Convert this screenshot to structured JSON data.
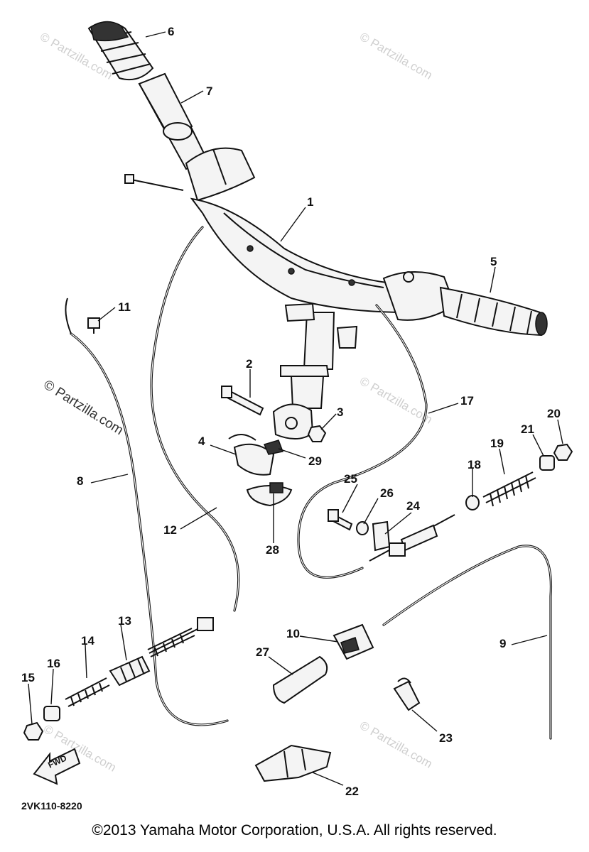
{
  "diagram_code": "2VK110-8220",
  "copyright": "©2013 Yamaha Motor Corporation, U.S.A. All rights reserved.",
  "watermark": "© Partzilla.com",
  "fwd_arrow_label": "FWD",
  "callouts": [
    {
      "id": "c1",
      "text": "1"
    },
    {
      "id": "c2",
      "text": "2"
    },
    {
      "id": "c3",
      "text": "3"
    },
    {
      "id": "c4",
      "text": "4"
    },
    {
      "id": "c5",
      "text": "5"
    },
    {
      "id": "c6",
      "text": "6"
    },
    {
      "id": "c7",
      "text": "7"
    },
    {
      "id": "c8",
      "text": "8"
    },
    {
      "id": "c9",
      "text": "9"
    },
    {
      "id": "c10",
      "text": "10"
    },
    {
      "id": "c11",
      "text": "11"
    },
    {
      "id": "c12",
      "text": "12"
    },
    {
      "id": "c13",
      "text": "13"
    },
    {
      "id": "c14",
      "text": "14"
    },
    {
      "id": "c15",
      "text": "15"
    },
    {
      "id": "c16",
      "text": "16"
    },
    {
      "id": "c17",
      "text": "17"
    },
    {
      "id": "c18",
      "text": "18"
    },
    {
      "id": "c19",
      "text": "19"
    },
    {
      "id": "c20",
      "text": "20"
    },
    {
      "id": "c21",
      "text": "21"
    },
    {
      "id": "c22",
      "text": "22"
    },
    {
      "id": "c23",
      "text": "23"
    },
    {
      "id": "c24",
      "text": "24"
    },
    {
      "id": "c25",
      "text": "25"
    },
    {
      "id": "c26",
      "text": "26"
    },
    {
      "id": "c27",
      "text": "27"
    },
    {
      "id": "c28",
      "text": "28"
    },
    {
      "id": "c29",
      "text": "29"
    }
  ]
}
